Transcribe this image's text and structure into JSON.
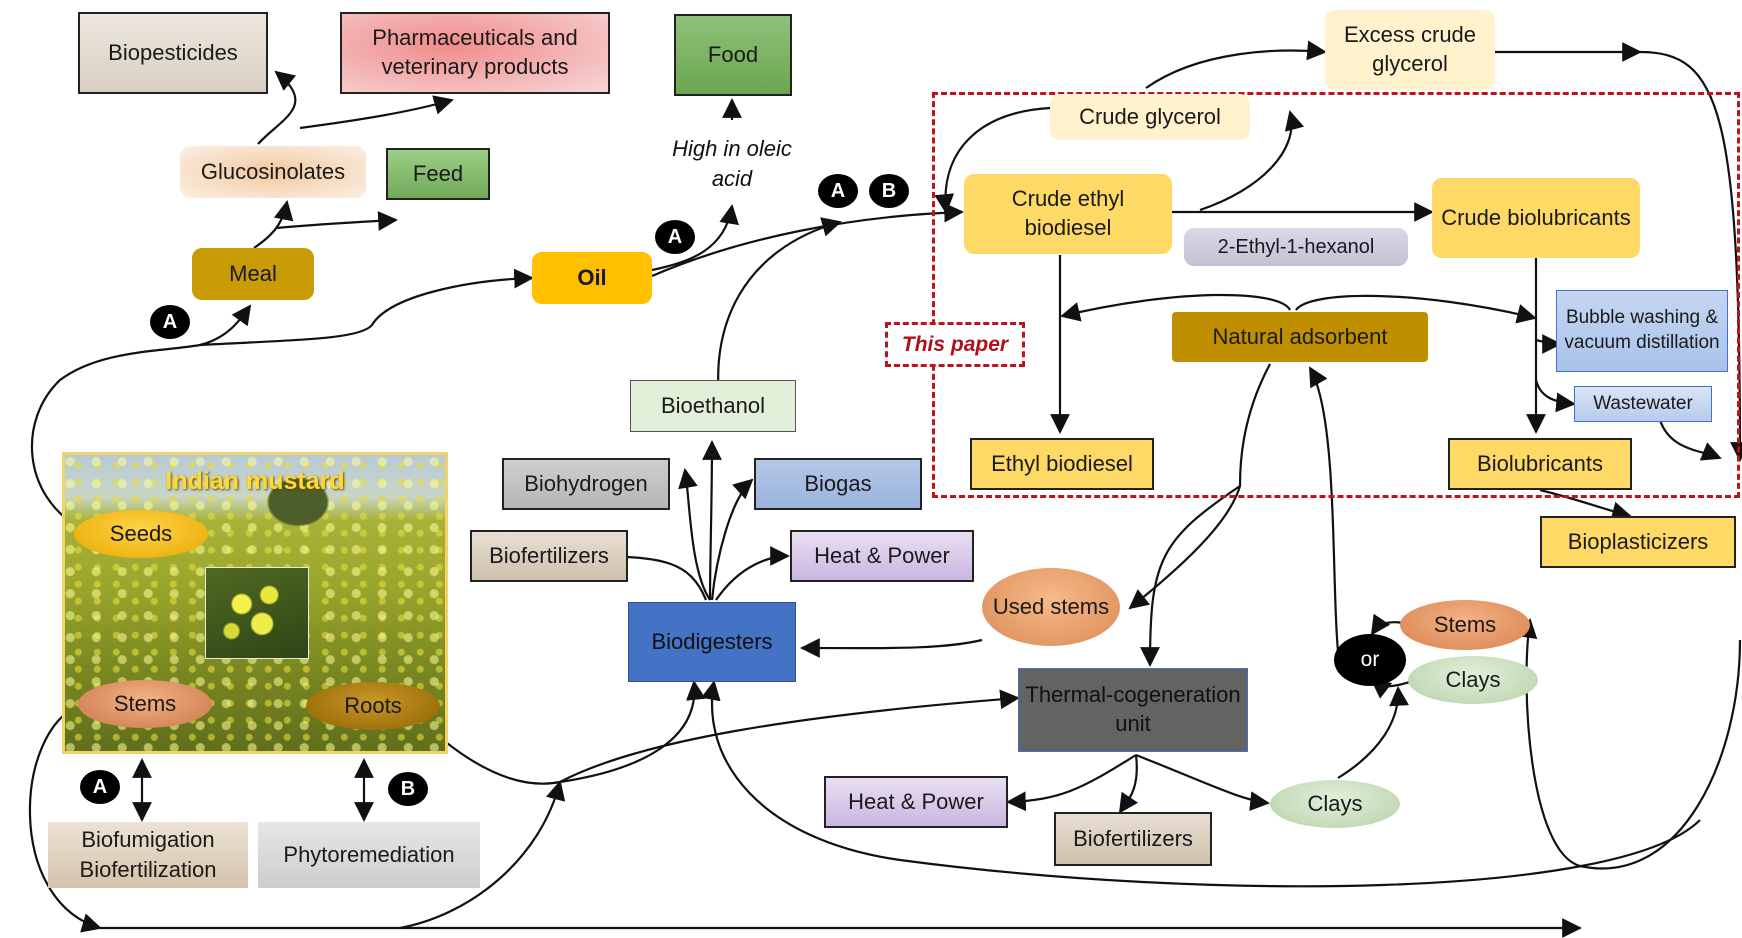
{
  "diagram": {
    "nodes": {
      "biopesticides": "Biopesticides",
      "pharmaceuticals": "Pharmaceuticals and veterinary products",
      "food": "Food",
      "excess_crude_glycerol": "Excess crude glycerol",
      "glucosinolates": "Glucosinolates",
      "feed": "Feed",
      "high_oleic": "High in oleic acid",
      "crude_glycerol": "Crude glycerol",
      "meal": "Meal",
      "oil": "Oil",
      "crude_ethyl_biodiesel": "Crude ethyl biodiesel",
      "ethyl_hexanol": "2-Ethyl-1-hexanol",
      "crude_biolubricants": "Crude biolubricants",
      "bubble_washing": "Bubble washing & vacuum distillation",
      "natural_adsorbent": "Natural adsorbent",
      "this_paper": "This paper",
      "wastewater": "Wastewater",
      "bioethanol": "Bioethanol",
      "biohydrogen": "Biohydrogen",
      "biogas": "Biogas",
      "biofertilizers_left": "Biofertilizers",
      "heat_power_top": "Heat & Power",
      "ethyl_biodiesel": "Ethyl biodiesel",
      "biolubricants": "Biolubricants",
      "bioplasticizers": "Bioplasticizers",
      "used_stems": "Used stems",
      "biodigesters": "Biodigesters",
      "stems_right": "Stems",
      "or": "or",
      "clays_right": "Clays",
      "thermal_unit": "Thermal-cogeneration unit",
      "heat_power_bottom": "Heat & Power",
      "biofertilizers_bottom": "Biofertilizers",
      "clays_bottom": "Clays",
      "biofumigation": "Biofumigation Biofertilization",
      "phytoremediation": "Phytoremediation"
    },
    "photo": {
      "title": "Indian mustard",
      "seeds": "Seeds",
      "stems": "Stems",
      "roots": "Roots"
    },
    "badges": {
      "a_meal": "A",
      "a_oil": "A",
      "a_top": "A",
      "b_top": "B",
      "a_bottom": "A",
      "b_bottom": "B"
    },
    "colors": {
      "dashed_frame": "#c0121a",
      "gold_box": "#d4a30a",
      "oil_box": "#ffc000",
      "biodigesters": "#4472c4",
      "thermal_unit": "#636363",
      "yellow_box": "#ffd966"
    }
  }
}
